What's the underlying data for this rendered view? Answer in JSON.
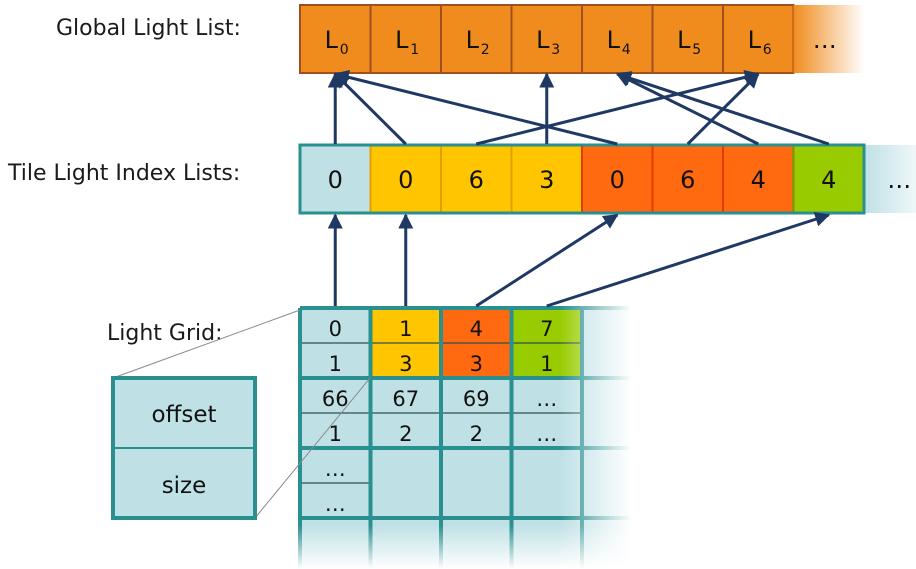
{
  "labels": {
    "global_light_list": "Global Light List:",
    "tile_light_index_lists": "Tile Light Index Lists:",
    "light_grid": "Light Grid:"
  },
  "global_light_list": {
    "items": [
      "L",
      "L",
      "L",
      "L",
      "L",
      "L",
      "L",
      "…"
    ],
    "subscripts": [
      "0",
      "1",
      "2",
      "3",
      "4",
      "5",
      "6",
      ""
    ]
  },
  "tile_light_index_lists": {
    "items": [
      "0",
      "0",
      "6",
      "3",
      "0",
      "6",
      "4",
      "4",
      "…"
    ],
    "groups": [
      "teal",
      "yellow",
      "yellow",
      "yellow",
      "orange",
      "orange",
      "orange",
      "green",
      "teal"
    ]
  },
  "light_grid": {
    "row1": {
      "offsets": [
        "0",
        "1",
        "4",
        "7"
      ],
      "sizes": [
        "1",
        "3",
        "3",
        "1"
      ],
      "colors": [
        "teal",
        "yellow",
        "orange",
        "green"
      ]
    },
    "row2": {
      "offsets": [
        "66",
        "67",
        "69",
        "…"
      ],
      "sizes": [
        "1",
        "2",
        "2",
        "…"
      ]
    },
    "row3": {
      "offsets": [
        "…"
      ],
      "sizes": [
        "…"
      ]
    }
  },
  "cell_detail": {
    "offset_label": "offset",
    "size_label": "size"
  },
  "colors": {
    "orange_box": "#f08c1e",
    "orange_border": "#a0501e",
    "teal_fill": "#bfe1e6",
    "teal_border": "#2a8f8f",
    "yellow": "#ffc600",
    "orange_red": "#ff6a10",
    "green": "#99cc00",
    "arrow": "#1f3864"
  },
  "arrows": [
    {
      "from": "tile:0",
      "to": "global:0"
    },
    {
      "from": "tile:1",
      "to": "global:0"
    },
    {
      "from": "tile:2",
      "to": "global:6"
    },
    {
      "from": "tile:3",
      "to": "global:3"
    },
    {
      "from": "tile:4",
      "to": "global:0"
    },
    {
      "from": "tile:5",
      "to": "global:6"
    },
    {
      "from": "tile:6",
      "to": "global:4"
    },
    {
      "from": "tile:7",
      "to": "global:4"
    },
    {
      "from": "grid:0",
      "to": "tile:0"
    },
    {
      "from": "grid:1",
      "to": "tile:1"
    },
    {
      "from": "grid:2",
      "to": "tile:4"
    },
    {
      "from": "grid:3",
      "to": "tile:7"
    }
  ]
}
